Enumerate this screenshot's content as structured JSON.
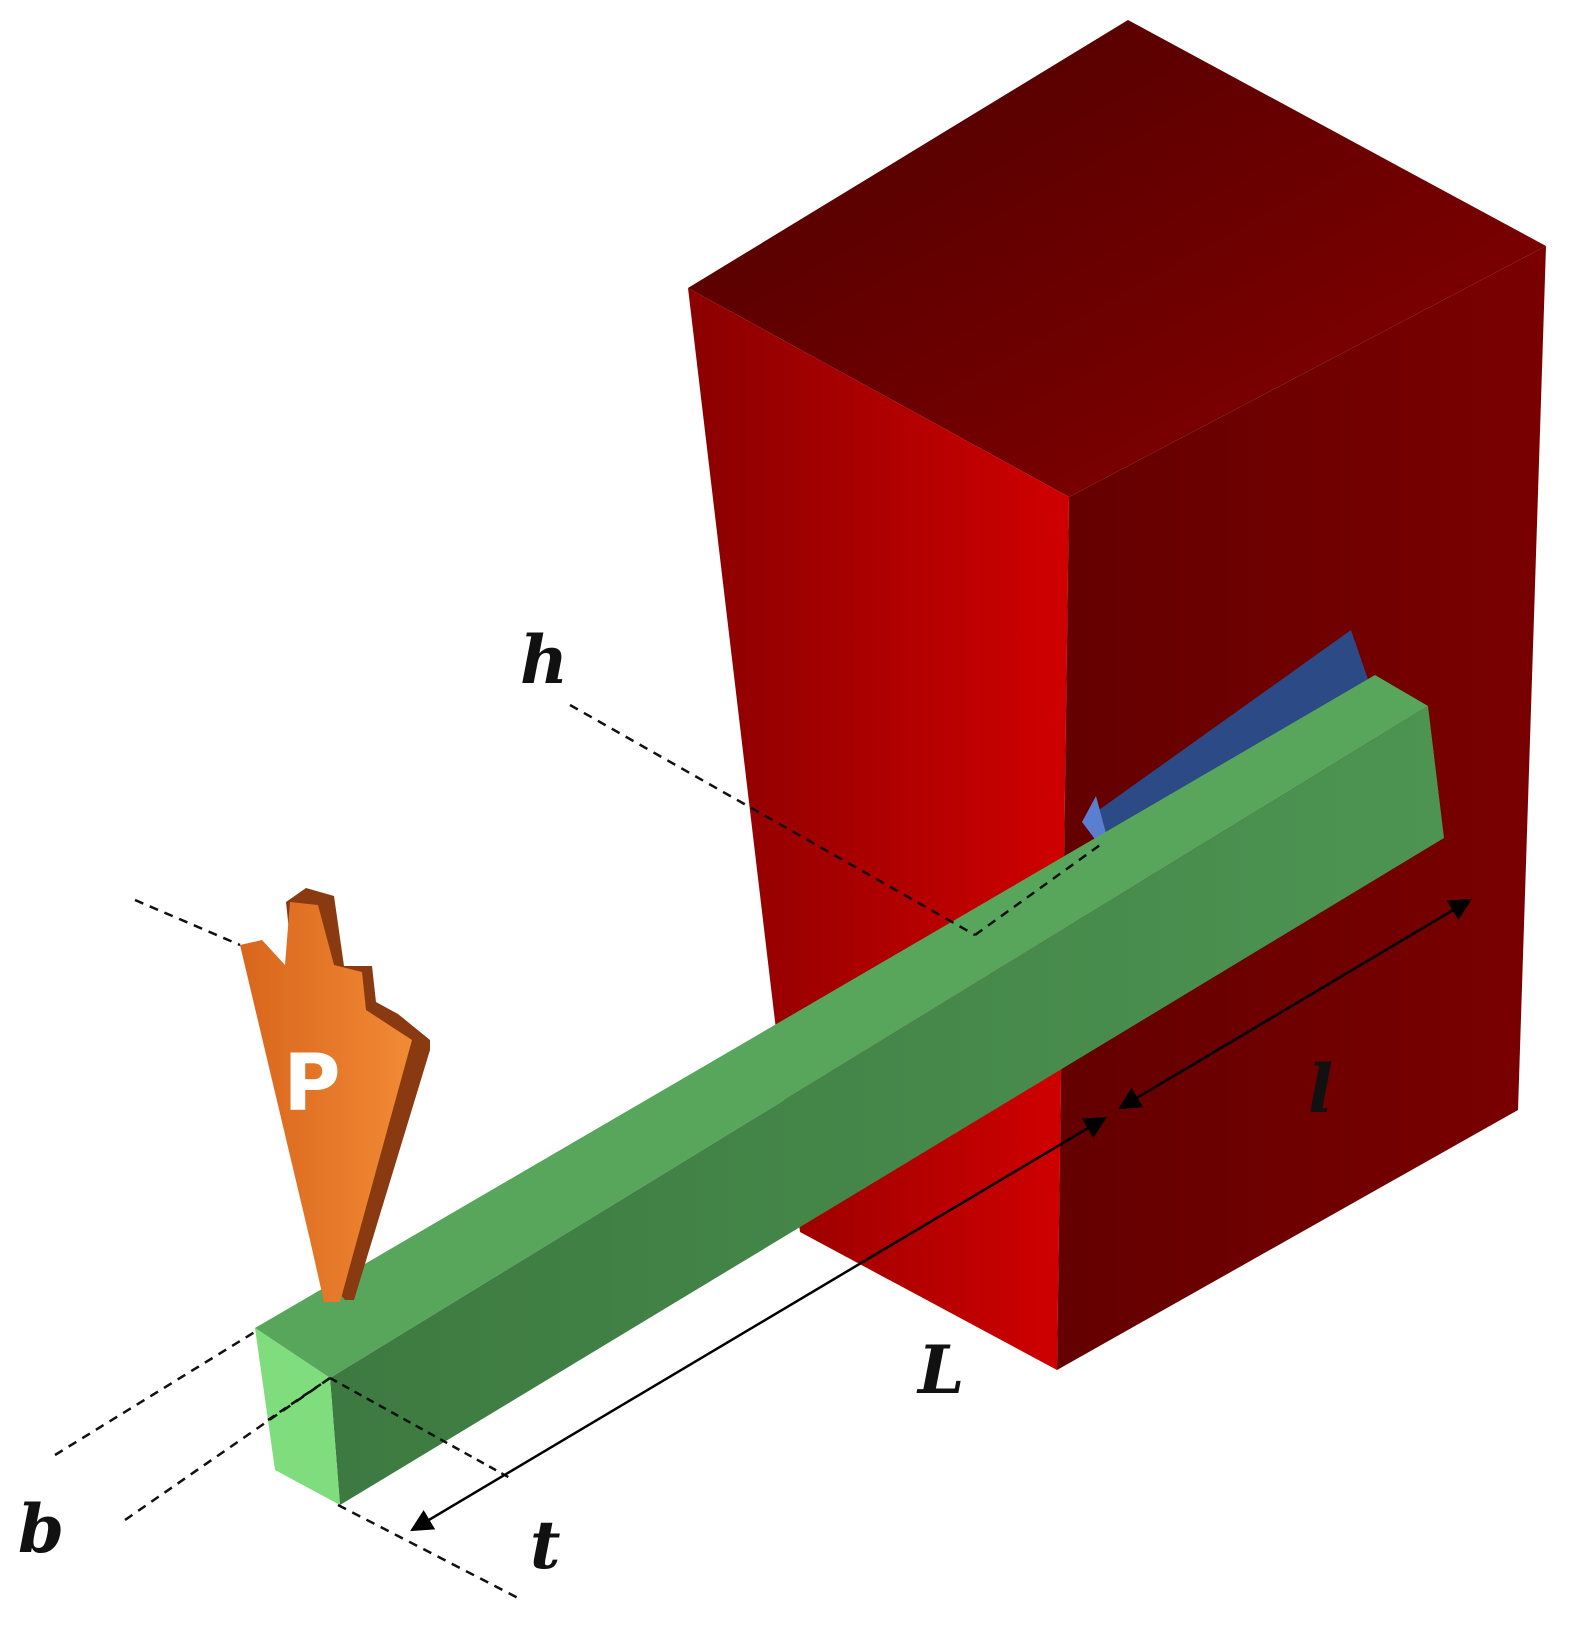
{
  "labels": {
    "h": "h",
    "b": "b",
    "t": "t",
    "L": "L",
    "l": "l",
    "P": "P"
  },
  "colors": {
    "block_front": "#b30000",
    "block_side": "#6e0000",
    "block_top": "#5c0000",
    "beam_top": "#55a85a",
    "beam_side": "#3f8044",
    "beam_end": "#7ee07c",
    "pad_top": "#2f4f8a",
    "pad_end": "#5a7fd0",
    "load_face": "#e87a2a",
    "load_side": "#8a3a10"
  }
}
